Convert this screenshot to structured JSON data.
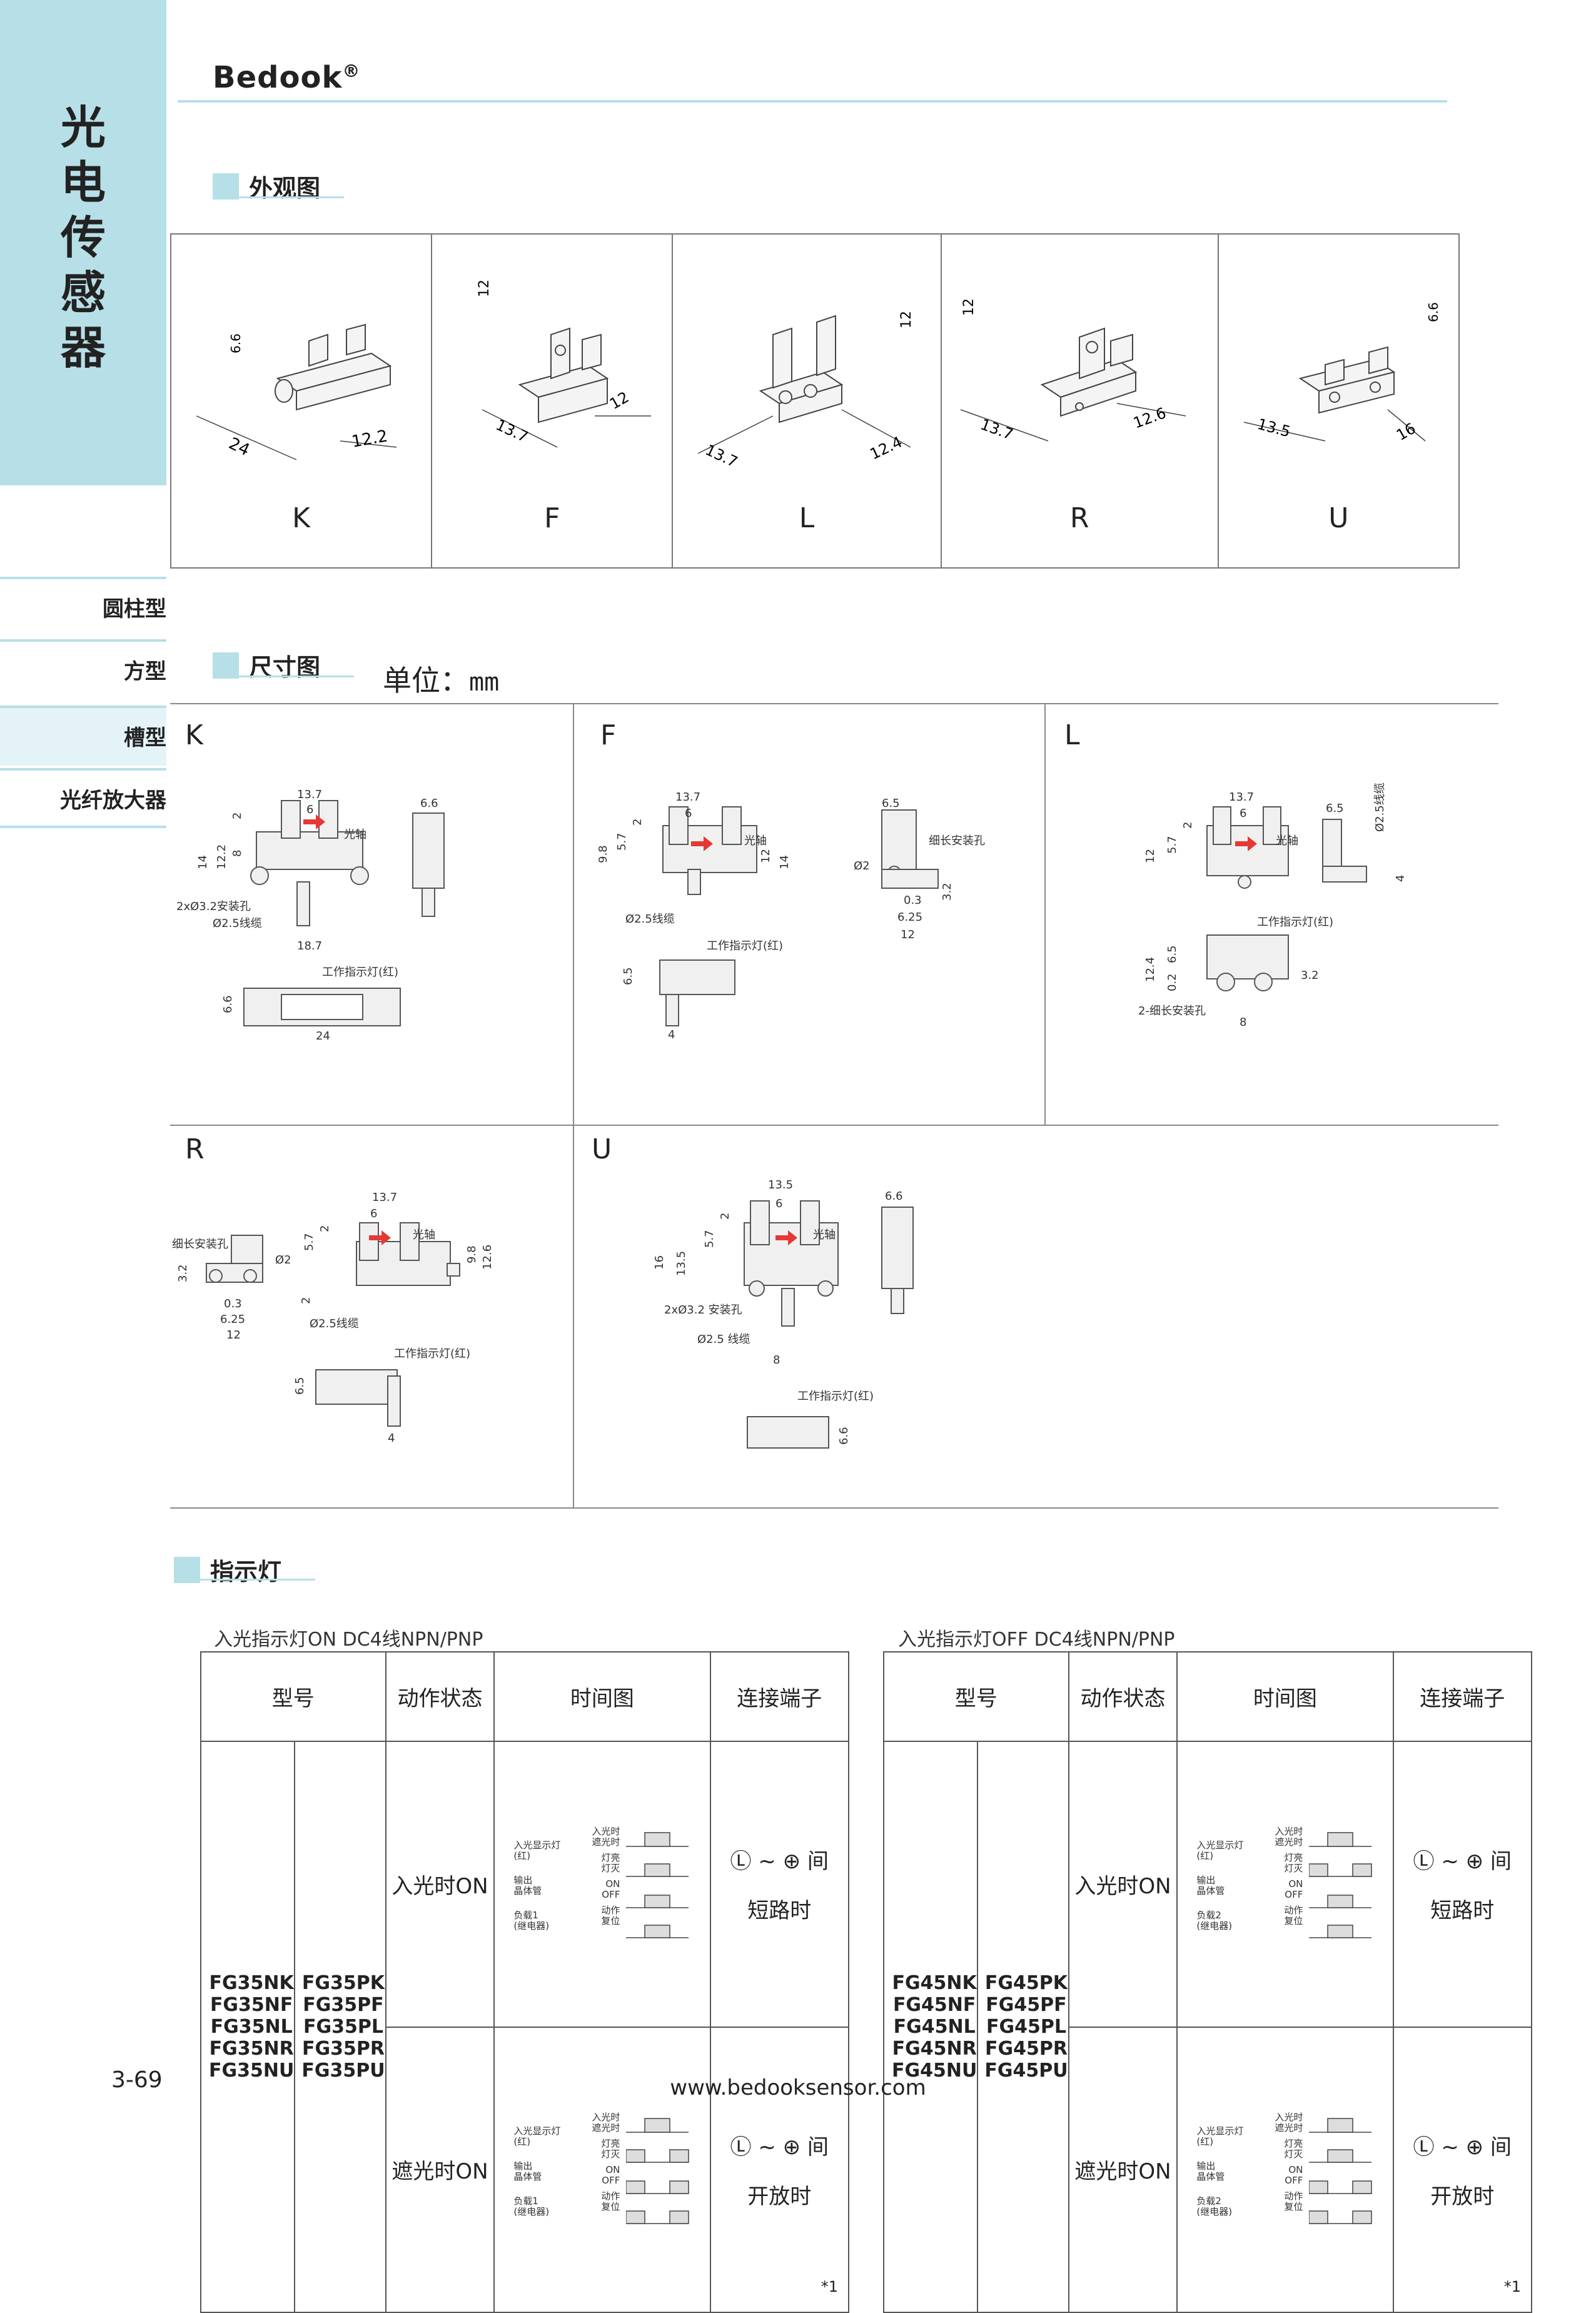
{
  "sidebar": {
    "category": [
      "光",
      "电",
      "传",
      "感",
      "器"
    ],
    "nav": [
      {
        "label": "圆柱型",
        "active": false
      },
      {
        "label": "方型",
        "active": false
      },
      {
        "label": "槽型",
        "active": true
      },
      {
        "label": "光纤放大器",
        "active": false
      }
    ]
  },
  "header": {
    "brand": "Bedook",
    "registered": "®"
  },
  "appearance": {
    "title": "外观图",
    "items": [
      {
        "label": "K",
        "dims": [
          "6.6",
          "24",
          "12.2"
        ]
      },
      {
        "label": "F",
        "dims": [
          "12",
          "13.7",
          "12"
        ]
      },
      {
        "label": "L",
        "dims": [
          "12",
          "13.7",
          "12.4"
        ]
      },
      {
        "label": "R",
        "dims": [
          "12",
          "13.7",
          "12.6"
        ]
      },
      {
        "label": "U",
        "dims": [
          "6.6",
          "13.5",
          "16"
        ]
      }
    ]
  },
  "dimensions": {
    "title": "尺寸图",
    "unit_label": "单位：",
    "unit": "mm",
    "panels": [
      {
        "label": "K",
        "notes": [
          "光轴",
          "2xØ3.2安装孔",
          "Ø2.5线缆",
          "工作指示灯(红)"
        ],
        "dims": [
          "13.7",
          "6",
          "6.6",
          "14",
          "12.2",
          "8",
          "2",
          "18.7",
          "6.6",
          "24"
        ]
      },
      {
        "label": "F",
        "notes": [
          "光轴",
          "Ø2.5线缆",
          "工作指示灯(红)",
          "细长安装孔",
          "Ø2"
        ],
        "dims": [
          "13.7",
          "6",
          "9.8",
          "5.7",
          "2",
          "12",
          "14",
          "6.5",
          "0.3",
          "6.25",
          "12",
          "3.2",
          "6.5",
          "4"
        ]
      },
      {
        "label": "L",
        "notes": [
          "光轴",
          "Ø2.5线缆",
          "工作指示灯(红)",
          "2-细长安装孔"
        ],
        "dims": [
          "13.7",
          "6",
          "12",
          "5.7",
          "2",
          "6.5",
          "4",
          "12.4",
          "6.5",
          "0.2",
          "3.2",
          "8"
        ]
      },
      {
        "label": "R",
        "notes": [
          "光轴",
          "细长安装孔",
          "Ø2",
          "Ø2.5线缆",
          "工作指示灯(红)"
        ],
        "dims": [
          "13.7",
          "6",
          "5.7",
          "2",
          "9.8",
          "12.6",
          "2",
          "3.2",
          "0.3",
          "6.25",
          "12",
          "6.5",
          "4"
        ]
      },
      {
        "label": "U",
        "notes": [
          "光轴",
          "2xØ3.2 安装孔",
          "Ø2.5 线缆",
          "工作指示灯(红)"
        ],
        "dims": [
          "13.5",
          "6",
          "6.6",
          "16",
          "13.5",
          "5.7",
          "2",
          "8",
          "6.6"
        ]
      }
    ]
  },
  "indicator": {
    "title": "指示灯",
    "tables": [
      {
        "caption": "入光指示灯ON   DC4线NPN/PNP",
        "headers": [
          "型号",
          "动作状态",
          "时间图",
          "连接端子"
        ],
        "models_a": [
          "FG35NK",
          "FG35NF",
          "FG35NL",
          "FG35NR",
          "FG35NU"
        ],
        "models_b": [
          "FG35PK",
          "FG35PF",
          "FG35PL",
          "FG35PR",
          "FG35PU"
        ],
        "rows": [
          {
            "state": "入光时ON",
            "terminal": "Ⓛ ~ ⊕ 间",
            "result": "短路时",
            "note": "",
            "labels": [
              "入光显示灯",
              "(红)",
              "输出",
              "晶体管",
              "负载1",
              "(继电器)"
            ],
            "right": [
              "入光时",
              "遮光时",
              "灯亮",
              "灯灭",
              "ON",
              "OFF",
              "动作",
              "复位"
            ]
          },
          {
            "state": "遮光时ON",
            "terminal": "Ⓛ ~ ⊕ 间",
            "result": "开放时",
            "note": "*1",
            "labels": [
              "入光显示灯",
              "(红)",
              "输出",
              "晶体管",
              "负载1",
              "(继电器)"
            ],
            "right": [
              "入光时",
              "遮光时",
              "灯亮",
              "灯灭",
              "ON",
              "OFF",
              "动作",
              "复位"
            ]
          }
        ]
      },
      {
        "caption": "入光指示灯OFF   DC4线NPN/PNP",
        "headers": [
          "型号",
          "动作状态",
          "时间图",
          "连接端子"
        ],
        "models_a": [
          "FG45NK",
          "FG45NF",
          "FG45NL",
          "FG45NR",
          "FG45NU"
        ],
        "models_b": [
          "FG45PK",
          "FG45PF",
          "FG45PL",
          "FG45PR",
          "FG45PU"
        ],
        "rows": [
          {
            "state": "入光时ON",
            "terminal": "Ⓛ ~ ⊕ 间",
            "result": "短路时",
            "note": "",
            "labels": [
              "入光显示灯",
              "(红)",
              "输出",
              "晶体管",
              "负载2",
              "(继电器)"
            ],
            "right": [
              "入光时",
              "遮光时",
              "灯亮",
              "灯灭",
              "ON",
              "OFF",
              "动作",
              "复位"
            ]
          },
          {
            "state": "遮光时ON",
            "terminal": "Ⓛ ~ ⊕ 间",
            "result": "开放时",
            "note": "*1",
            "labels": [
              "入光显示灯",
              "(红)",
              "输出",
              "晶体管",
              "负载2",
              "(继电器)"
            ],
            "right": [
              "入光时",
              "遮光时",
              "灯亮",
              "灯灭",
              "ON",
              "OFF",
              "动作",
              "复位"
            ]
          }
        ]
      }
    ]
  },
  "footer": {
    "page": "3-69",
    "url": "www.bedooksensor.com"
  }
}
